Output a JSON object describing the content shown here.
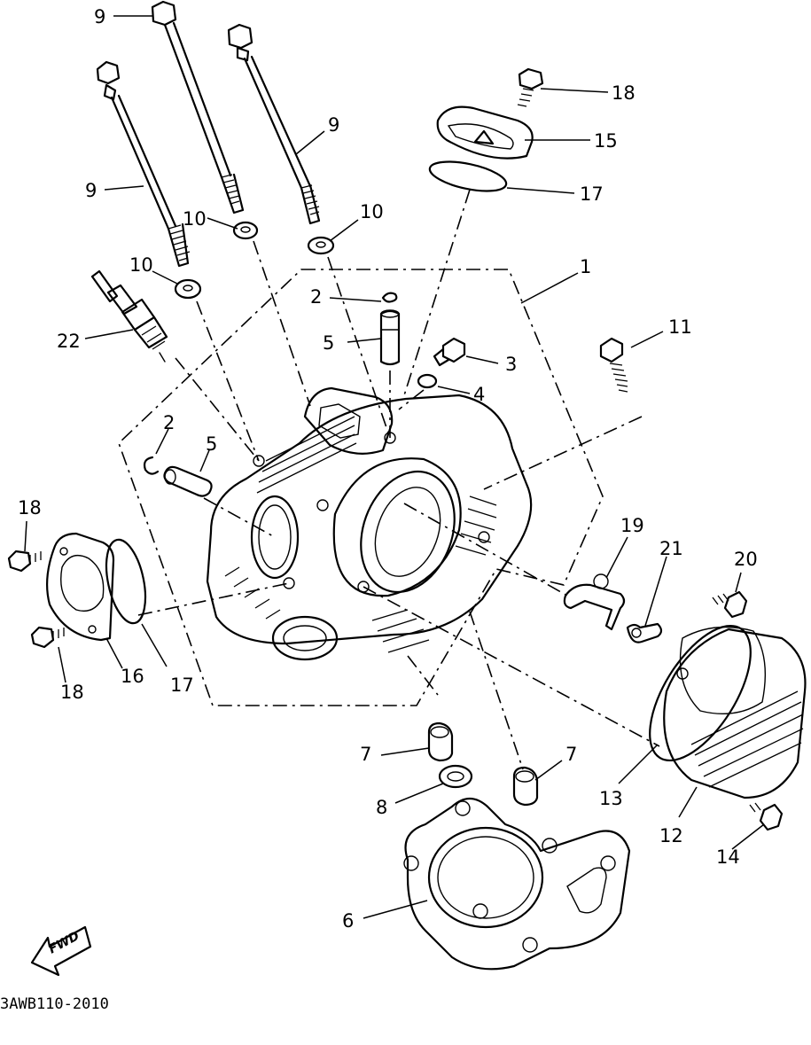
{
  "diagram": {
    "drawing_code": "3AWB110-2010",
    "fwd_label": "FWD",
    "callouts": {
      "c9a": "9",
      "c9b": "9",
      "c9c": "9",
      "c10a": "10",
      "c10b": "10",
      "c10c": "10",
      "c18a": "18",
      "c15": "15",
      "c17a": "17",
      "c1": "1",
      "c2a": "2",
      "c5a": "5",
      "c3": "3",
      "c4": "4",
      "c11": "11",
      "c22": "22",
      "c2b": "2",
      "c5b": "5",
      "c18b": "18",
      "c19": "19",
      "c21": "21",
      "c20": "20",
      "c18c": "18",
      "c16": "16",
      "c17b": "17",
      "c7a": "7",
      "c7b": "7",
      "c8": "8",
      "c13": "13",
      "c12": "12",
      "c14": "14",
      "c6": "6"
    }
  }
}
